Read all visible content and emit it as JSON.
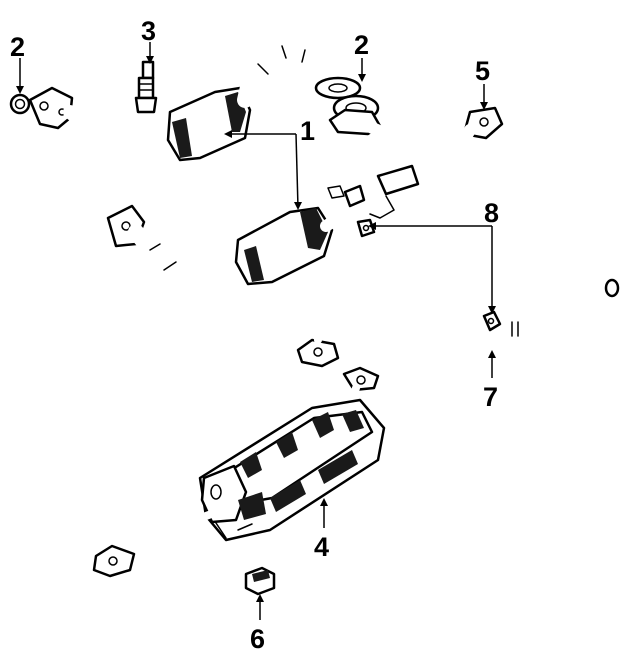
{
  "diagram": {
    "callouts": [
      {
        "id": "c2a",
        "label": "2"
      },
      {
        "id": "c3",
        "label": "3"
      },
      {
        "id": "c2b",
        "label": "2"
      },
      {
        "id": "c5",
        "label": "5"
      },
      {
        "id": "c1",
        "label": "1"
      },
      {
        "id": "c8",
        "label": "8"
      },
      {
        "id": "c7",
        "label": "7"
      },
      {
        "id": "c4",
        "label": "4"
      },
      {
        "id": "c6",
        "label": "6"
      }
    ]
  }
}
